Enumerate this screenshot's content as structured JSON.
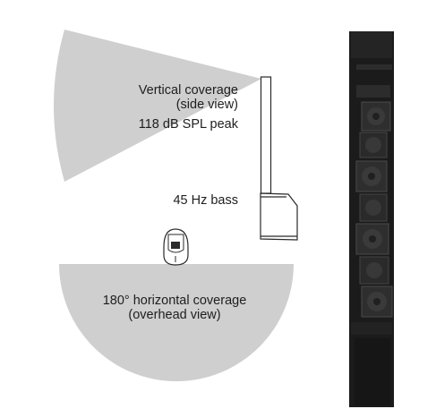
{
  "labels": {
    "vertical_line1": "Vertical coverage",
    "vertical_line2": "(side view)",
    "spl": "118 dB SPL peak",
    "bass": "45 Hz bass",
    "horizontal_line1": "180° horizontal coverage",
    "horizontal_line2": "(overhead view)"
  },
  "colors": {
    "coverage_fill": "#cfcfcf",
    "outline": "#2a2a2a",
    "speaker_body": "#1b1b1b",
    "driver": "#3a3a3a"
  },
  "icons": [
    "vertical-coverage-wedge",
    "horizontal-coverage-semicircle",
    "speaker-side-outline",
    "speaker-top-icon",
    "line-array-speaker"
  ]
}
